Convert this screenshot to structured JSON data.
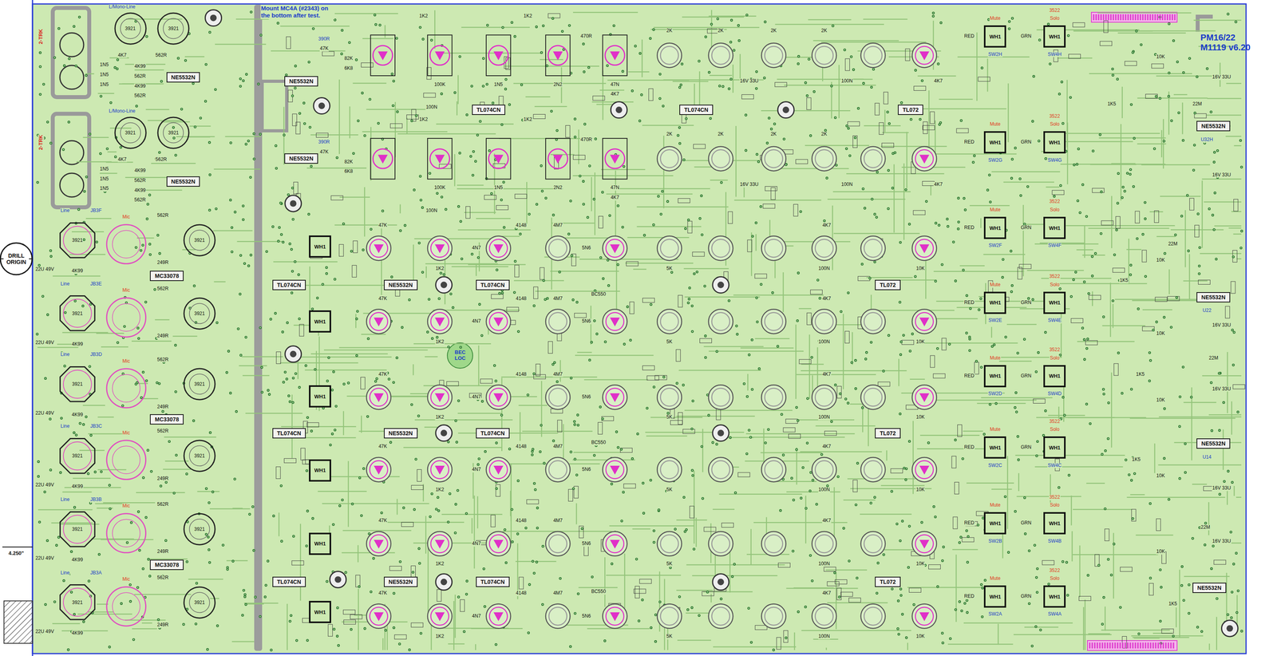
{
  "diagram": {
    "title": "PM16/22 M1119 v6.20",
    "nodes": [
      {
        "text": [
          "NE5532N"
        ]
      },
      {
        "text": [
          "NE5532N"
        ]
      },
      {
        "text": [
          "TL074CN"
        ]
      },
      {
        "text": [
          "TL074CN"
        ]
      },
      {
        "text": [
          "TL072"
        ]
      },
      {
        "text": [
          "NE5532N"
        ]
      },
      {
        "text": [
          "NE5532N"
        ]
      },
      {
        "text": [
          "MC33078"
        ]
      },
      {
        "text": [
          "MC33078"
        ]
      },
      {
        "text": [
          "MC33078"
        ]
      },
      {
        "text": [
          "TL074CN"
        ]
      },
      {
        "text": [
          "TL074CN"
        ]
      },
      {
        "text": [
          "TL074CN"
        ]
      },
      {
        "text": [
          "NE5532N"
        ]
      },
      {
        "text": [
          "NE5532N"
        ]
      },
      {
        "text": [
          "NE5532N"
        ]
      },
      {
        "text": [
          "TL074CN"
        ]
      },
      {
        "text": [
          "TL074CN"
        ]
      },
      {
        "text": [
          "TL074CN"
        ]
      },
      {
        "text": [
          "TL072"
        ]
      },
      {
        "text": [
          "TL072"
        ]
      },
      {
        "text": [
          "TL072"
        ]
      },
      {
        "text": [
          "NE5532N"
        ]
      },
      {
        "text": [
          "NE5532N"
        ]
      },
      {
        "text": [
          "NE5532N"
        ]
      },
      {
        "text": [
          "NE5532N"
        ]
      },
      {
        "text": [
          "WH1"
        ]
      },
      {
        "text": [
          "WH1"
        ]
      },
      {
        "text": [
          "WH1"
        ]
      },
      {
        "text": [
          "WH1"
        ]
      },
      {
        "text": [
          "WH1"
        ]
      },
      {
        "text": [
          "WH1"
        ]
      },
      {
        "text": [
          "WH1"
        ]
      },
      {
        "text": [
          "WH1"
        ]
      },
      {
        "text": [
          "WH1"
        ]
      },
      {
        "text": [
          "WH1"
        ]
      },
      {
        "text": [
          "WH1"
        ]
      },
      {
        "text": [
          "WH1"
        ]
      },
      {
        "text": [
          "WH1"
        ]
      },
      {
        "text": [
          "WH1"
        ]
      },
      {
        "text": [
          "WH1"
        ]
      },
      {
        "text": [
          "WH1"
        ]
      },
      {
        "text": [
          "WH1"
        ]
      },
      {
        "text": [
          "WH1"
        ]
      },
      {
        "text": [
          "WH1"
        ]
      },
      {
        "text": [
          "WH1"
        ]
      },
      {
        "text": [
          "WH1"
        ]
      },
      {
        "text": [
          "WH1"
        ]
      },
      {
        "text": [
          "3921"
        ]
      },
      {
        "text": [
          "3921"
        ]
      },
      {
        "text": [
          "3921"
        ]
      },
      {
        "text": [
          "3921"
        ]
      },
      {
        "text": [
          "3921"
        ]
      },
      {
        "text": [
          "3921"
        ]
      },
      {
        "text": [
          "3921"
        ]
      },
      {
        "text": [
          "3921"
        ]
      },
      {
        "text": [
          "3921"
        ]
      },
      {
        "text": [
          "3921"
        ]
      },
      {
        "text": [
          "3921"
        ]
      },
      {
        "text": [
          "3921"
        ]
      },
      {
        "text": [
          "3921"
        ]
      },
      {
        "text": [
          "3921"
        ]
      },
      {
        "text": [
          "3921"
        ]
      },
      {
        "text": [
          "3921"
        ]
      }
    ],
    "labels": [
      "Mount MC4A (#2343) on the bottom after test.",
      "DRILL ORIGIN",
      "BEC LOC",
      "4.250\"",
      "2-TRK",
      "2-TRK",
      "Line",
      "JB3F",
      "562R",
      "249R",
      "4K99",
      "Mic",
      "22U 49V",
      "Line",
      "JB3E",
      "562R",
      "249R",
      "4K99",
      "Mic",
      "22U 49V",
      "Line",
      "JB3D",
      "562R",
      "249R",
      "4K99",
      "Mic",
      "22U 49V",
      "Line",
      "JB3C",
      "562R",
      "249R",
      "4K99",
      "Mic",
      "22U 49V",
      "Line",
      "JB3B",
      "562R",
      "249R",
      "4K99",
      "Mic",
      "22U 49V",
      "Line",
      "JB3A",
      "562R",
      "249R",
      "4K99",
      "Mic",
      "22U 49V",
      "L/Mono-Line",
      "4K7",
      "562R",
      "1N5",
      "1N5",
      "1N5",
      "4K99",
      "562R",
      "4K99",
      "562R",
      "L/Mono-Line",
      "4K7",
      "562R",
      "1N5",
      "1N5",
      "1N5",
      "4K99",
      "562R",
      "4K99",
      "562R",
      "390R",
      "47K",
      "82K",
      "6K8",
      "1K2",
      "100K",
      "1N5",
      "1K2",
      "2N2",
      "470R",
      "47N",
      "4K7",
      "100N",
      "2K",
      "2K",
      "2K",
      "2K",
      "4K7",
      "16V 33U",
      "100N",
      "390R",
      "47K",
      "82K",
      "6K8",
      "1K2",
      "100K",
      "1N5",
      "1K2",
      "2N2",
      "470R",
      "47N",
      "4K7",
      "100N",
      "2K",
      "2K",
      "2K",
      "2K",
      "4K7",
      "16V 33U",
      "100N",
      "47K",
      "4148",
      "4M7",
      "4K7",
      "4N7",
      "5N6",
      "1K2",
      "5K",
      "100N",
      "10K",
      "47K",
      "4148",
      "4M7",
      "4K7",
      "4N7",
      "5N6",
      "1K2",
      "5K",
      "100N",
      "10K",
      "47K",
      "4148",
      "4M7",
      "4K7",
      "4N7",
      "5N6",
      "1K2",
      "5K",
      "100N",
      "10K",
      "47K",
      "4148",
      "4M7",
      "4K7",
      "4N7",
      "5N6",
      "1K2",
      "5K",
      "100N",
      "10K",
      "47K",
      "4148",
      "4M7",
      "4K7",
      "4N7",
      "5N6",
      "1K2",
      "5K",
      "100N",
      "10K",
      "47K",
      "4148",
      "4M7",
      "4K7",
      "4N7",
      "5N6",
      "1K2",
      "5K",
      "100N",
      "10K",
      "BC550",
      "BC550",
      "BC550",
      "RED",
      "GRN",
      "3522",
      "Solo",
      "Mute",
      "SW2H",
      "SW4H",
      "RED",
      "GRN",
      "3522",
      "Solo",
      "Mute",
      "SW2G",
      "SW4G",
      "RED",
      "GRN",
      "3522",
      "Solo",
      "Mute",
      "SW2F",
      "SW4F",
      "RED",
      "GRN",
      "3522",
      "Solo",
      "Mute",
      "SW2E",
      "SW4E",
      "RED",
      "GRN",
      "3522",
      "Solo",
      "Mute",
      "SW2D",
      "SW4D",
      "RED",
      "GRN",
      "3522",
      "Solo",
      "Mute",
      "SW2C",
      "SW4C",
      "RED",
      "GRN",
      "3522",
      "Solo",
      "Mute",
      "SW2B",
      "SW4B",
      "RED",
      "GRN",
      "3522",
      "Solo",
      "Mute",
      "SW2A",
      "SW4A",
      "10K",
      "10K",
      "10K",
      "10K",
      "10K",
      "10K",
      "1K5",
      "1K5",
      "1K5",
      "1K5",
      "1K5",
      "22M",
      "22M",
      "22M",
      "22M",
      "16V 33U",
      "16V 33U",
      "16V 33U",
      "16V 33U",
      "16V 33U",
      "16V 33U",
      "U32H",
      "U22",
      "U14"
    ]
  }
}
